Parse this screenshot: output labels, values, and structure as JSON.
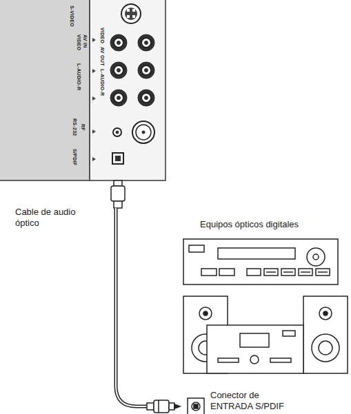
{
  "diagram": {
    "labels": [
      "S-VIDEO",
      "VIDEO",
      "AV IN",
      "L-AUDIO-R",
      "VIDEO",
      "AV OUT",
      "L-AUDIO-R",
      "RF",
      "RS-232",
      "S/PDIF",
      "Cable de audio óptico",
      "Equipos ópticos digitales",
      "Conector de ENTRADA S/PDIF"
    ]
  }
}
